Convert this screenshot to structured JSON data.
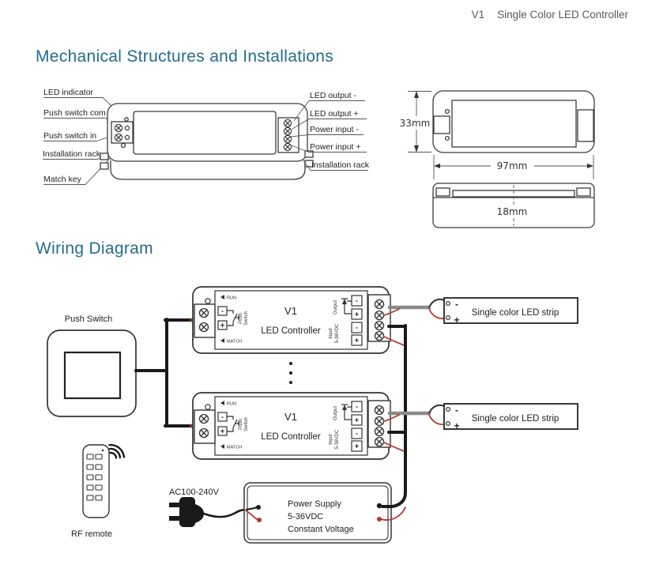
{
  "header": {
    "model": "V1",
    "product": "Single Color LED Controller"
  },
  "mechanical": {
    "title": "Mechanical Structures and Installations",
    "left_labels": [
      "LED indicator",
      "Push switch com",
      "Push switch in",
      "Installation rack",
      "Match key"
    ],
    "right_labels": [
      "LED output -",
      "LED output +",
      "Power input -",
      "Power input +",
      "Installation rack"
    ],
    "dims": {
      "height": "33mm",
      "width": "97mm",
      "depth": "18mm"
    }
  },
  "wiring": {
    "title": "Wiring Diagram",
    "push_switch": "Push Switch",
    "rf_remote": "RF remote",
    "ac_input": "AC100-240V",
    "power_supply": {
      "line1": "Power Supply",
      "line2": "5-36VDC",
      "line3": "Constant Voltage"
    },
    "controller": {
      "run": "RUN",
      "match": "MATCH",
      "push": "Push",
      "switch": "Switch",
      "model": "V1",
      "name": "LED Controller",
      "output": "Output",
      "input": "Input",
      "input_voltage": "5-36VDC",
      "minus": "-",
      "plus": "+"
    },
    "led_strip": {
      "label": "Single color LED strip",
      "minus": "-",
      "plus": "+"
    }
  },
  "colors": {
    "accent": "#266B8F",
    "wire_red": "#B03A2E",
    "wire_black": "#1A1A1A",
    "wire_gray": "#8A8A8A",
    "header_text": "#58595B"
  }
}
